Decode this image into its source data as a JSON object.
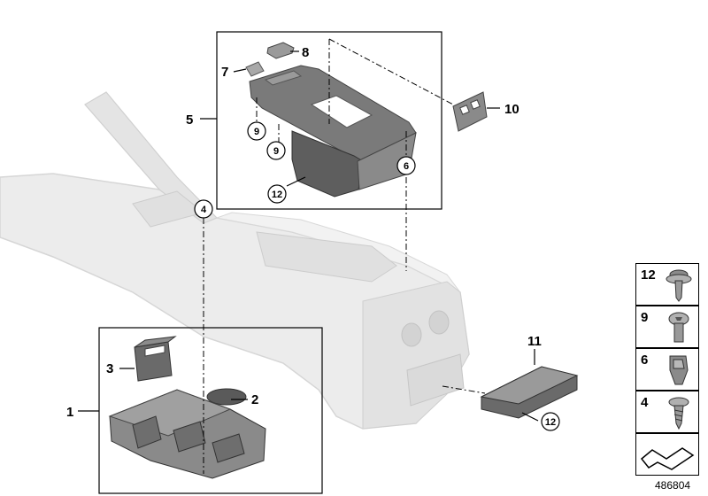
{
  "diagram_id": "486804",
  "callouts": {
    "c1": "1",
    "c2": "2",
    "c3": "3",
    "c4": "4",
    "c5": "5",
    "c6": "6",
    "c7": "7",
    "c8": "8",
    "c9a": "9",
    "c9b": "9",
    "c10": "10",
    "c11": "11",
    "c12a": "12",
    "c12b": "12"
  },
  "legend": [
    {
      "number": "12",
      "icon": "screw-with-washer-icon"
    },
    {
      "number": "9",
      "icon": "torx-screw-icon"
    },
    {
      "number": "6",
      "icon": "clip-nut-icon"
    },
    {
      "number": "4",
      "icon": "self-tapping-screw-icon"
    }
  ],
  "colors": {
    "line": "#000000",
    "part_dark": "#6e6e6e",
    "part_mid": "#9a9a9a",
    "console_ghost": "#e6e6e6"
  }
}
